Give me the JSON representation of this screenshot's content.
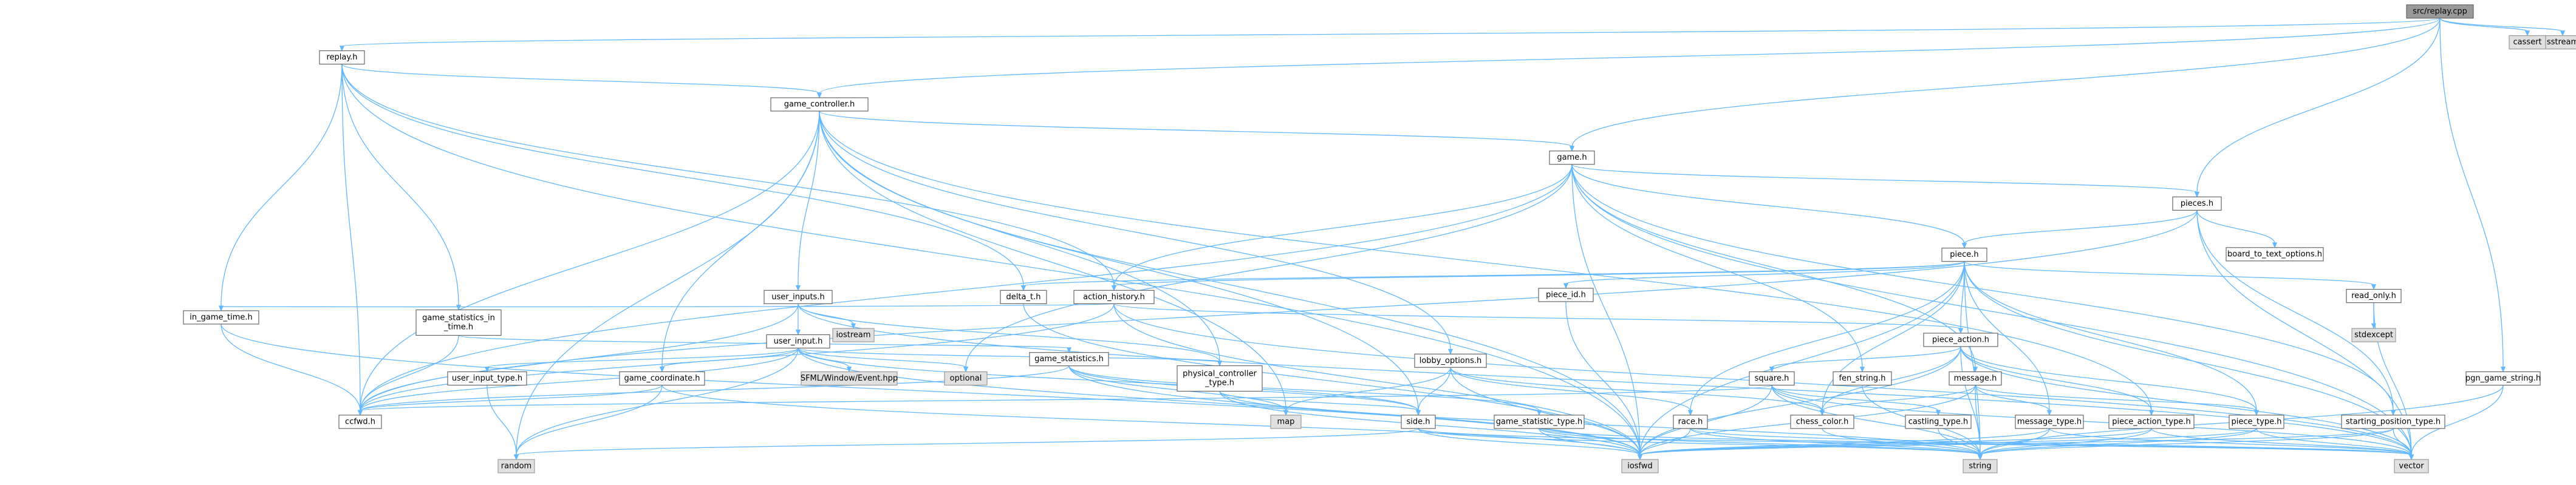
{
  "graph": {
    "nodes": [
      {
        "id": "replay_cpp",
        "label": "src/replay.cpp",
        "kind": "root"
      },
      {
        "id": "replay_h",
        "label": "replay.h",
        "kind": "internal"
      },
      {
        "id": "cassert",
        "label": "cassert",
        "kind": "external"
      },
      {
        "id": "sstream",
        "label": "sstream",
        "kind": "external"
      },
      {
        "id": "game_controller_h",
        "label": "game_controller.h",
        "kind": "internal"
      },
      {
        "id": "game_h",
        "label": "game.h",
        "kind": "internal"
      },
      {
        "id": "pieces_h",
        "label": "pieces.h",
        "kind": "internal"
      },
      {
        "id": "board_to_text_options_h",
        "label": "board_to_text_options.h",
        "kind": "internal"
      },
      {
        "id": "piece_h",
        "label": "piece.h",
        "kind": "internal"
      },
      {
        "id": "delta_t_h",
        "label": "delta_t.h",
        "kind": "internal"
      },
      {
        "id": "action_history_h",
        "label": "action_history.h",
        "kind": "internal"
      },
      {
        "id": "piece_id_h",
        "label": "piece_id.h",
        "kind": "internal"
      },
      {
        "id": "read_only_h",
        "label": "read_only.h",
        "kind": "internal"
      },
      {
        "id": "stdexcept",
        "label": "stdexcept",
        "kind": "external"
      },
      {
        "id": "user_inputs_h",
        "label": "user_inputs.h",
        "kind": "internal"
      },
      {
        "id": "iostream",
        "label": "iostream",
        "kind": "external"
      },
      {
        "id": "in_game_time_h",
        "label": "in_game_time.h",
        "kind": "internal"
      },
      {
        "id": "game_statistics_in_time_h",
        "label": "game_statistics_in\n_time.h",
        "kind": "internal"
      },
      {
        "id": "user_input_h",
        "label": "user_input.h",
        "kind": "internal"
      },
      {
        "id": "piece_action_h",
        "label": "piece_action.h",
        "kind": "internal"
      },
      {
        "id": "user_input_type_h",
        "label": "user_input_type.h",
        "kind": "internal"
      },
      {
        "id": "game_coordinate_h",
        "label": "game_coordinate.h",
        "kind": "internal"
      },
      {
        "id": "sfml_event",
        "label": "SFML/Window/Event.hpp",
        "kind": "external"
      },
      {
        "id": "optional",
        "label": "optional",
        "kind": "external"
      },
      {
        "id": "game_statistics_h",
        "label": "game_statistics.h",
        "kind": "internal"
      },
      {
        "id": "physical_controller_type_h",
        "label": "physical_controller\n_type.h",
        "kind": "internal"
      },
      {
        "id": "lobby_options_h",
        "label": "lobby_options.h",
        "kind": "internal"
      },
      {
        "id": "square_h",
        "label": "square.h",
        "kind": "internal"
      },
      {
        "id": "fen_string_h",
        "label": "fen_string.h",
        "kind": "internal"
      },
      {
        "id": "message_h",
        "label": "message.h",
        "kind": "internal"
      },
      {
        "id": "pgn_game_string_h",
        "label": "pgn_game_string.h",
        "kind": "internal"
      },
      {
        "id": "ccfwd_h",
        "label": "ccfwd.h",
        "kind": "internal"
      },
      {
        "id": "map",
        "label": "map",
        "kind": "external"
      },
      {
        "id": "side_h",
        "label": "side.h",
        "kind": "internal"
      },
      {
        "id": "game_statistic_type_h",
        "label": "game_statistic_type.h",
        "kind": "internal"
      },
      {
        "id": "race_h",
        "label": "race.h",
        "kind": "internal"
      },
      {
        "id": "chess_color_h",
        "label": "chess_color.h",
        "kind": "internal"
      },
      {
        "id": "castling_type_h",
        "label": "castling_type.h",
        "kind": "internal"
      },
      {
        "id": "message_type_h",
        "label": "message_type.h",
        "kind": "internal"
      },
      {
        "id": "piece_action_type_h",
        "label": "piece_action_type.h",
        "kind": "internal"
      },
      {
        "id": "piece_type_h",
        "label": "piece_type.h",
        "kind": "internal"
      },
      {
        "id": "starting_position_type_h",
        "label": "starting_position_type.h",
        "kind": "internal"
      },
      {
        "id": "random",
        "label": "random",
        "kind": "external"
      },
      {
        "id": "iosfwd",
        "label": "iosfwd",
        "kind": "external"
      },
      {
        "id": "string",
        "label": "string",
        "kind": "external"
      },
      {
        "id": "vector",
        "label": "vector",
        "kind": "external"
      }
    ],
    "edges": [
      [
        "replay_cpp",
        "replay_h"
      ],
      [
        "replay_cpp",
        "cassert"
      ],
      [
        "replay_cpp",
        "sstream"
      ],
      [
        "replay_cpp",
        "game_controller_h"
      ],
      [
        "replay_cpp",
        "game_h"
      ],
      [
        "replay_cpp",
        "pieces_h"
      ],
      [
        "replay_cpp",
        "pgn_game_string_h"
      ],
      [
        "replay_h",
        "game_controller_h"
      ],
      [
        "replay_h",
        "action_history_h"
      ],
      [
        "replay_h",
        "delta_t_h"
      ],
      [
        "replay_h",
        "in_game_time_h"
      ],
      [
        "replay_h",
        "game_statistics_in_time_h"
      ],
      [
        "replay_h",
        "ccfwd_h"
      ],
      [
        "replay_h",
        "iosfwd"
      ],
      [
        "game_controller_h",
        "game_h"
      ],
      [
        "game_controller_h",
        "user_inputs_h"
      ],
      [
        "game_controller_h",
        "game_coordinate_h"
      ],
      [
        "game_controller_h",
        "lobby_options_h"
      ],
      [
        "game_controller_h",
        "physical_controller_type_h"
      ],
      [
        "game_controller_h",
        "piece_action_type_h"
      ],
      [
        "game_controller_h",
        "side_h"
      ],
      [
        "game_controller_h",
        "ccfwd_h"
      ],
      [
        "game_controller_h",
        "map"
      ],
      [
        "game_controller_h",
        "random"
      ],
      [
        "game_controller_h",
        "iosfwd"
      ],
      [
        "game_h",
        "pieces_h"
      ],
      [
        "game_h",
        "piece_h"
      ],
      [
        "game_h",
        "action_history_h"
      ],
      [
        "game_h",
        "fen_string_h"
      ],
      [
        "game_h",
        "message_h"
      ],
      [
        "game_h",
        "optional"
      ],
      [
        "game_h",
        "starting_position_type_h"
      ],
      [
        "game_h",
        "ccfwd_h"
      ],
      [
        "game_h",
        "iosfwd"
      ],
      [
        "game_h",
        "vector"
      ],
      [
        "pieces_h",
        "piece_h"
      ],
      [
        "pieces_h",
        "board_to_text_options_h"
      ],
      [
        "pieces_h",
        "starting_position_type_h"
      ],
      [
        "pieces_h",
        "ccfwd_h"
      ],
      [
        "pieces_h",
        "vector"
      ],
      [
        "piece_h",
        "action_history_h"
      ],
      [
        "piece_h",
        "delta_t_h"
      ],
      [
        "piece_h",
        "piece_id_h"
      ],
      [
        "piece_h",
        "read_only_h"
      ],
      [
        "piece_h",
        "piece_action_h"
      ],
      [
        "piece_h",
        "piece_type_h"
      ],
      [
        "piece_h",
        "race_h"
      ],
      [
        "piece_h",
        "chess_color_h"
      ],
      [
        "piece_h",
        "message_type_h"
      ],
      [
        "piece_h",
        "iosfwd"
      ],
      [
        "piece_h",
        "string"
      ],
      [
        "piece_h",
        "vector"
      ],
      [
        "delta_t_h",
        "iosfwd"
      ],
      [
        "action_history_h",
        "piece_action_h"
      ],
      [
        "action_history_h",
        "in_game_time_h"
      ],
      [
        "action_history_h",
        "ccfwd_h"
      ],
      [
        "action_history_h",
        "iosfwd"
      ],
      [
        "action_history_h",
        "vector"
      ],
      [
        "piece_id_h",
        "iosfwd"
      ],
      [
        "read_only_h",
        "stdexcept"
      ],
      [
        "read_only_h",
        "vector"
      ],
      [
        "user_inputs_h",
        "user_input_h"
      ],
      [
        "user_inputs_h",
        "iostream"
      ],
      [
        "user_inputs_h",
        "physical_controller_type_h"
      ],
      [
        "user_inputs_h",
        "ccfwd_h"
      ],
      [
        "user_inputs_h",
        "vector"
      ],
      [
        "in_game_time_h",
        "ccfwd_h"
      ],
      [
        "in_game_time_h",
        "iosfwd"
      ],
      [
        "game_statistics_in_time_h",
        "game_statistics_h"
      ],
      [
        "game_statistics_in_time_h",
        "ccfwd_h"
      ],
      [
        "user_input_h",
        "user_input_type_h"
      ],
      [
        "user_input_h",
        "game_coordinate_h"
      ],
      [
        "user_input_h",
        "sfml_event"
      ],
      [
        "user_input_h",
        "optional"
      ],
      [
        "user_input_h",
        "physical_controller_type_h"
      ],
      [
        "user_input_h",
        "side_h"
      ],
      [
        "user_input_h",
        "ccfwd_h"
      ],
      [
        "user_input_h",
        "random"
      ],
      [
        "user_input_h",
        "iosfwd"
      ],
      [
        "piece_action_h",
        "square_h"
      ],
      [
        "piece_action_h",
        "piece_action_type_h"
      ],
      [
        "piece_action_h",
        "piece_type_h"
      ],
      [
        "piece_action_h",
        "chess_color_h"
      ],
      [
        "piece_action_h",
        "iosfwd"
      ],
      [
        "piece_action_h",
        "string"
      ],
      [
        "piece_action_h",
        "vector"
      ],
      [
        "user_input_type_h",
        "random"
      ],
      [
        "game_coordinate_h",
        "ccfwd_h"
      ],
      [
        "game_coordinate_h",
        "random"
      ],
      [
        "game_coordinate_h",
        "iosfwd"
      ],
      [
        "game_statistics_h",
        "game_statistic_type_h"
      ],
      [
        "game_statistics_h",
        "side_h"
      ],
      [
        "game_statistics_h",
        "ccfwd_h"
      ],
      [
        "game_statistics_h",
        "map"
      ],
      [
        "game_statistics_h",
        "iosfwd"
      ],
      [
        "physical_controller_type_h",
        "side_h"
      ],
      [
        "physical_controller_type_h",
        "iosfwd"
      ],
      [
        "physical_controller_type_h",
        "string"
      ],
      [
        "lobby_options_h",
        "race_h"
      ],
      [
        "lobby_options_h",
        "side_h"
      ],
      [
        "lobby_options_h",
        "chess_color_h"
      ],
      [
        "lobby_options_h",
        "map"
      ],
      [
        "lobby_options_h",
        "iosfwd"
      ],
      [
        "square_h",
        "chess_color_h"
      ],
      [
        "square_h",
        "castling_type_h"
      ],
      [
        "square_h",
        "ccfwd_h"
      ],
      [
        "square_h",
        "iosfwd"
      ],
      [
        "square_h",
        "string"
      ],
      [
        "square_h",
        "vector"
      ],
      [
        "fen_string_h",
        "string"
      ],
      [
        "message_h",
        "message_type_h"
      ],
      [
        "message_h",
        "chess_color_h"
      ],
      [
        "message_h",
        "piece_type_h"
      ],
      [
        "message_h",
        "iosfwd"
      ],
      [
        "message_h",
        "string"
      ],
      [
        "pgn_game_string_h",
        "string"
      ],
      [
        "pgn_game_string_h",
        "vector"
      ],
      [
        "side_h",
        "random"
      ],
      [
        "side_h",
        "iosfwd"
      ],
      [
        "side_h",
        "string"
      ],
      [
        "side_h",
        "vector"
      ],
      [
        "game_statistic_type_h",
        "iosfwd"
      ],
      [
        "game_statistic_type_h",
        "string"
      ],
      [
        "game_statistic_type_h",
        "vector"
      ],
      [
        "race_h",
        "iosfwd"
      ],
      [
        "race_h",
        "string"
      ],
      [
        "race_h",
        "vector"
      ],
      [
        "chess_color_h",
        "string"
      ],
      [
        "castling_type_h",
        "string"
      ],
      [
        "message_type_h",
        "iosfwd"
      ],
      [
        "message_type_h",
        "string"
      ],
      [
        "message_type_h",
        "vector"
      ],
      [
        "piece_action_type_h",
        "iosfwd"
      ],
      [
        "piece_action_type_h",
        "string"
      ],
      [
        "piece_action_type_h",
        "vector"
      ],
      [
        "piece_type_h",
        "string"
      ],
      [
        "piece_type_h",
        "iosfwd"
      ],
      [
        "piece_type_h",
        "vector"
      ],
      [
        "starting_position_type_h",
        "iosfwd"
      ],
      [
        "starting_position_type_h",
        "string"
      ],
      [
        "starting_position_type_h",
        "vector"
      ]
    ]
  }
}
